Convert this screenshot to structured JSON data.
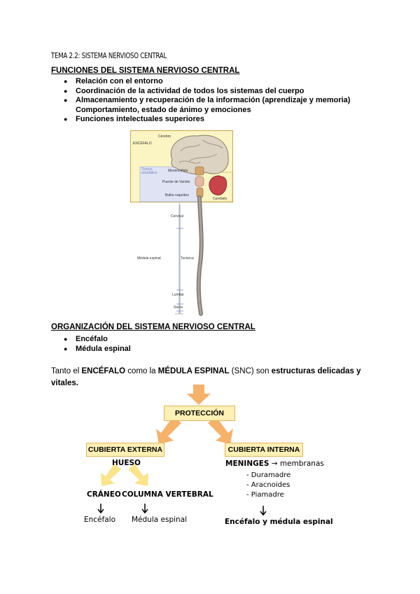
{
  "title": "TEMA 2.2: SISTEMA NERVIOSO CENTRAL",
  "section1": {
    "heading": "FUNCIONES DEL SISTEMA NERVIOSO CENTRAL",
    "bullets": [
      {
        "text": "Relación con el entorno"
      },
      {
        "text": "Coordinación de la actividad de todos los sistemas del cuerpo"
      },
      {
        "text": "Almacenamiento y recuperación de la información (aprendizaje y memoria)",
        "subtext": "Comportamiento, estado de ánimo y emociones"
      },
      {
        "text": "Funciones intelectuales superiores"
      }
    ]
  },
  "figure": {
    "labels": {
      "cerebro": "Cerebro",
      "encefalo": "ENCÉFALO",
      "tronco": "Tronco encefálico",
      "mesencefalo": "Mesencéfalo",
      "puente": "Puente de Varolio",
      "bulbo": "Bulbo raquídeo",
      "cerebelo": "Cerebelo",
      "cervical": "Cervical",
      "medula": "Médula espinal",
      "toracica": "Torácica",
      "lumbar": "Lumbar",
      "sacra": "Sacra"
    }
  },
  "section2": {
    "heading": "ORGANIZACIÓN DEL SISTEMA NERVIOSO CENTRAL",
    "bullets": [
      "Encéfalo",
      "Médula espinal"
    ]
  },
  "paragraph": {
    "p1": "Tanto el ",
    "encefalo": "ENCÉFALO",
    "p2": " como la ",
    "medula": "MÉDULA ESPINAL",
    "p3": " (SNC) son ",
    "bold": "estructuras delicadas y vitales."
  },
  "diagram": {
    "proteccion": "PROTECCIÓN",
    "externa": "CUBIERTA EXTERNA",
    "interna": "CUBIERTA INTERNA",
    "hueso": "HUESO",
    "craneo": "CRÁNEO",
    "columna": "COLUMNA VERTEBRAL",
    "encefalo": "Encéfalo",
    "medula": "Médula espinal",
    "meninges": "MENINGES",
    "meninges_arrow": " → ",
    "membranas": "membranas",
    "duramadre": "- Duramadre",
    "aracnoides": "- Aracnoides",
    "piamadre": "- Piamadre",
    "encefalo_medula": "Encéfalo y médula espinal",
    "colors": {
      "box_fill": "#fff0b5",
      "box_border": "#e1b55a",
      "arrow_orange": "#f7b26a",
      "arrow_yellow": "#fbe48a"
    }
  }
}
